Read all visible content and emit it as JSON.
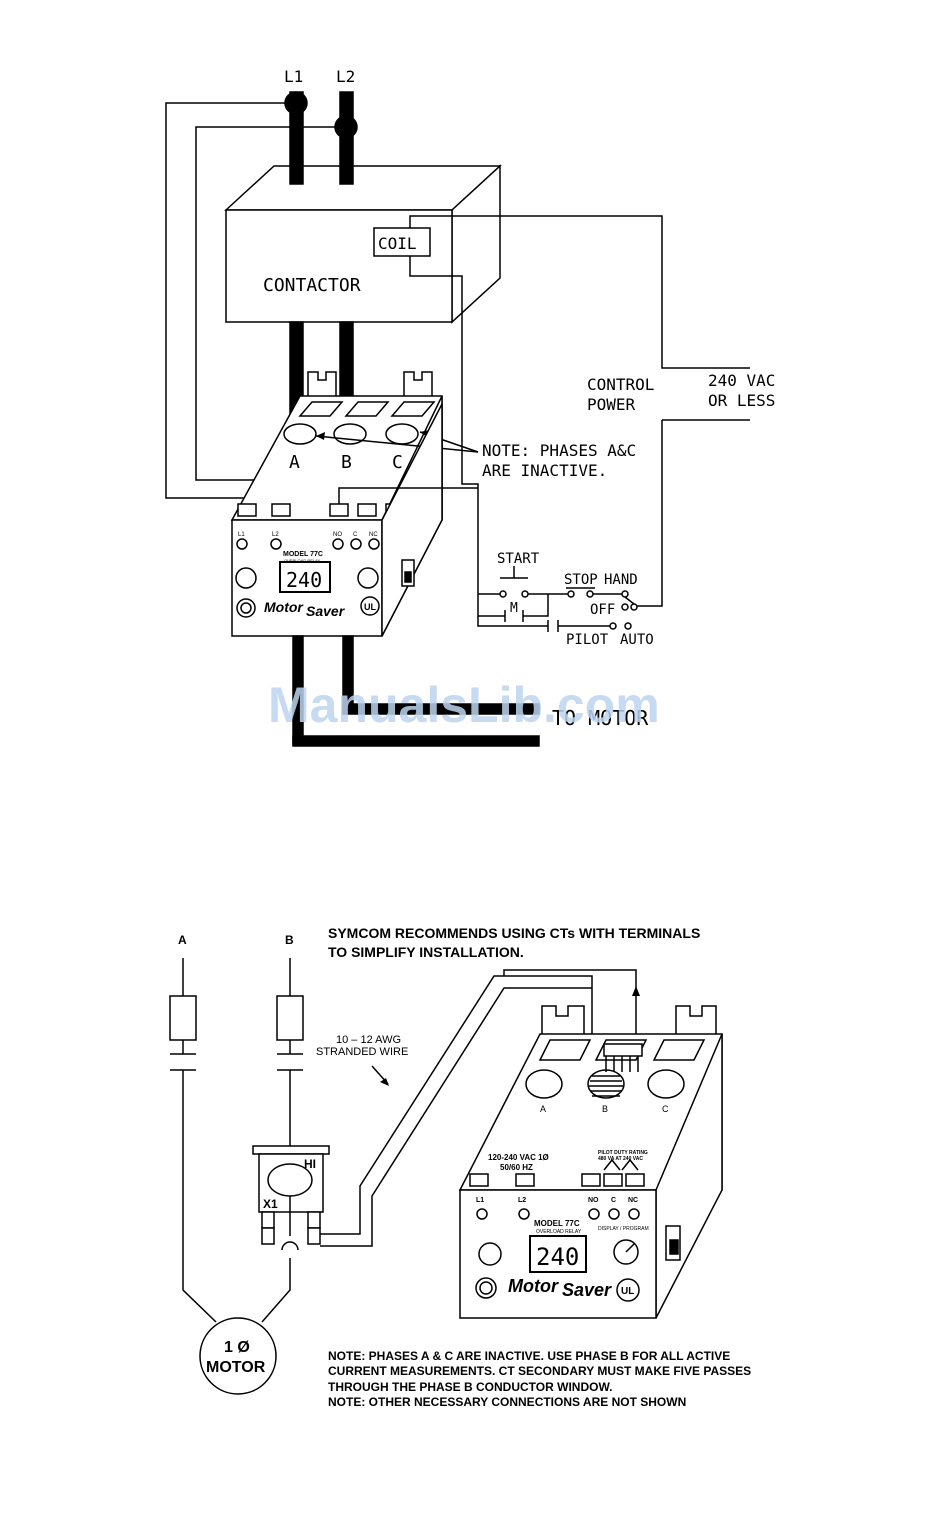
{
  "top_diagram": {
    "line_labels": [
      "L1",
      "L2"
    ],
    "coil": "COIL",
    "contactor": "CONTACTOR",
    "control_power": [
      "CONTROL",
      "POWER"
    ],
    "voltage": [
      "240 VAC",
      "OR LESS"
    ],
    "note": [
      "NOTE: PHASES A&C",
      "ARE INACTIVE."
    ],
    "phase_labels": [
      "A",
      "B",
      "C"
    ],
    "start": "START",
    "stop": "STOP",
    "hand": "HAND",
    "off": "OFF",
    "auto": "AUTO",
    "pilot": "PILOT",
    "m": "M",
    "to_motor": "TO MOTOR",
    "relay": {
      "terminals": [
        "L1",
        "L2",
        "NO",
        "C",
        "NC"
      ],
      "model": "MODEL 77C",
      "subtitle": "OVERLOAD RELAY",
      "display": "240",
      "brand_a": "Motor",
      "brand_b": "Saver",
      "ul": "UL"
    }
  },
  "watermark": "ManualsLib.com",
  "bottom_diagram": {
    "phase_a": "A",
    "phase_b": "B",
    "header": [
      "SYMCOM RECOMMENDS USING CTs WITH TERMINALS",
      "TO SIMPLIFY INSTALLATION."
    ],
    "wire_note": [
      "10 – 12 AWG",
      "STRANDED WIRE"
    ],
    "ct_hi": "HI",
    "ct_x1": "X1",
    "motor": [
      "1 Ø",
      "MOTOR"
    ],
    "relay_phase_labels": [
      "A",
      "B",
      "C"
    ],
    "supply": [
      "120-240 VAC 1Ø",
      "50/60 HZ"
    ],
    "pilot_duty": [
      "PILOT DUTY RATING",
      "480 VA AT 240 VAC"
    ],
    "relay": {
      "terminals": [
        "L1",
        "L2",
        "NO",
        "C",
        "NC"
      ],
      "model": "MODEL 77C",
      "subtitle": "OVERLOAD RELAY",
      "display": "240",
      "display_caption": "DISPLAY / PROGRAM",
      "brand_a": "Motor",
      "brand_b": "Saver",
      "ul": "UL"
    },
    "notes": [
      "NOTE: PHASES A & C ARE INACTIVE. USE PHASE B FOR ALL ACTIVE",
      "CURRENT MEASUREMENTS. CT SECONDARY MUST MAKE FIVE PASSES",
      "THROUGH THE PHASE B CONDUCTOR WINDOW.",
      "NOTE: OTHER NECESSARY CONNECTIONS ARE NOT SHOWN"
    ]
  }
}
